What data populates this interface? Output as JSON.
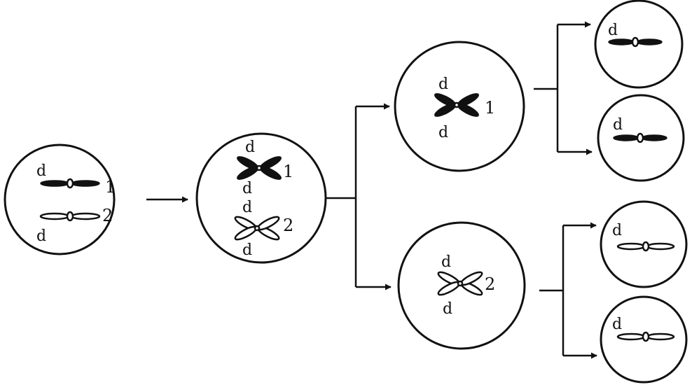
{
  "labels": {
    "allele": "d",
    "chrom_1": "1",
    "chrom_2": "2"
  },
  "colors": {
    "ink": "#111111",
    "background": "#ffffff"
  }
}
